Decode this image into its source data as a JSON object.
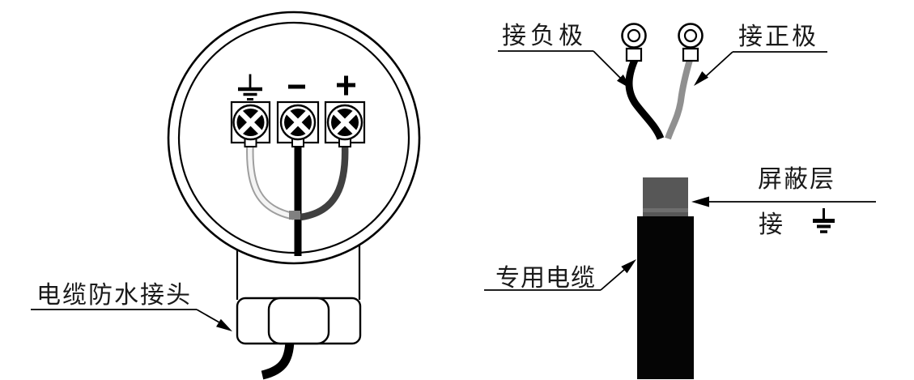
{
  "diagram": {
    "title": "sensor-wiring-diagram",
    "left_figure": {
      "description": "round transmitter head, terminal view",
      "gland_label": "电缆防水接头",
      "terminal_symbols": {
        "ground": "⏚",
        "minus": "−",
        "plus": "+"
      }
    },
    "right_figure": {
      "description": "cable end with two ring lugs and shielded cable",
      "negative_label": "接负极",
      "positive_label": "接正极",
      "shield_label": "屏蔽层",
      "shield_connect_label": "接",
      "shield_connect_symbol": "⏚",
      "cable_label": "专用电缆"
    },
    "colors": {
      "line": "#000000",
      "negative_wire": "#000000",
      "positive_wire_right": "#909090",
      "positive_wire_left": "#404040",
      "ground_wire_core": "#f4f4f4",
      "ground_wire_edge": "#9e9e9e",
      "junction": "#808080",
      "shield": "#575757",
      "shield_stripe": "#6e6e6e",
      "cable": "#050505"
    }
  }
}
